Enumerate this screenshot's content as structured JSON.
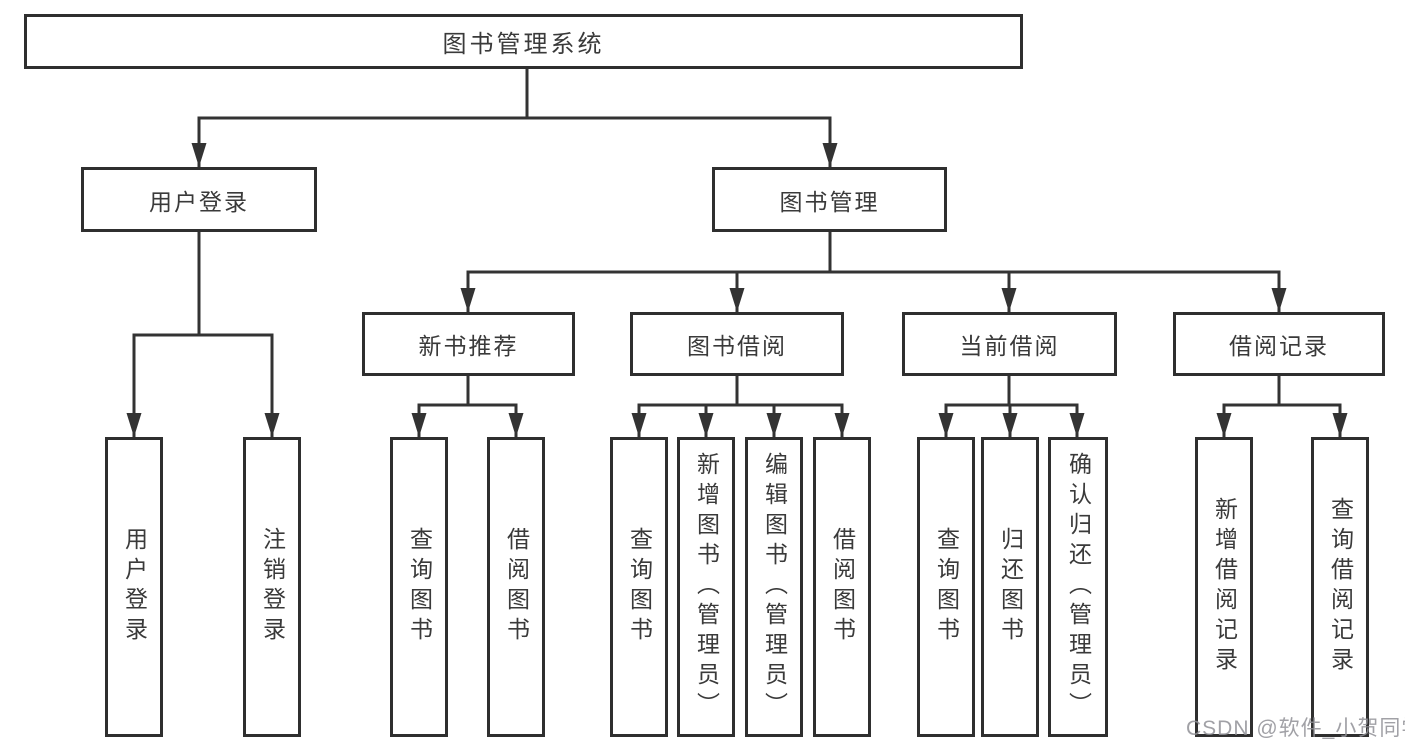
{
  "colors": {
    "line": "#333333",
    "box_border": "#2f2f2f",
    "text": "#3a3a3a",
    "watermark": "#9196a1",
    "background": "#ffffff"
  },
  "watermark": "CSDN @软件_小贺同学",
  "tree": {
    "root": "图书管理系统",
    "children": [
      {
        "label": "用户登录",
        "children": [
          {
            "label": "用户登录"
          },
          {
            "label": "注销登录"
          }
        ]
      },
      {
        "label": "图书管理",
        "children": [
          {
            "label": "新书推荐",
            "children": [
              {
                "label": "查询图书"
              },
              {
                "label": "借阅图书"
              }
            ]
          },
          {
            "label": "图书借阅",
            "children": [
              {
                "label": "查询图书"
              },
              {
                "label": "新增图书（管理员）"
              },
              {
                "label": "编辑图书（管理员）"
              },
              {
                "label": "借阅图书"
              }
            ]
          },
          {
            "label": "当前借阅",
            "children": [
              {
                "label": "查询图书"
              },
              {
                "label": "归还图书"
              },
              {
                "label": "确认归还（管理员）"
              }
            ]
          },
          {
            "label": "借阅记录",
            "children": [
              {
                "label": "新增借阅记录"
              },
              {
                "label": "查询借阅记录"
              }
            ]
          }
        ]
      }
    ]
  }
}
